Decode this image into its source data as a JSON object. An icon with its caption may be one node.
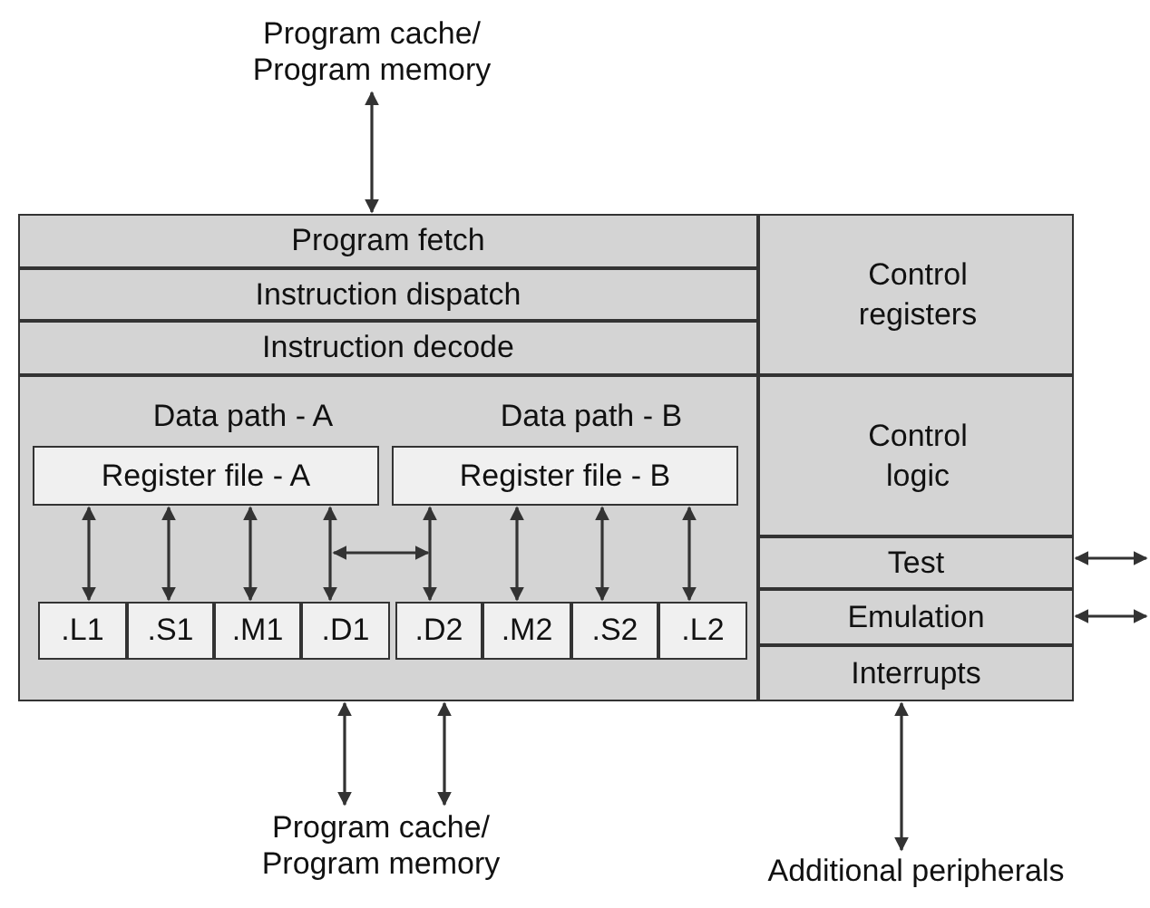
{
  "diagram": {
    "nodes": [
      {
        "text": [
          "Program cache/ Program memory"
        ]
      },
      {
        "text": [],
        "shape": "box"
      },
      {
        "text": [
          "Program fetch"
        ],
        "in": 1
      },
      {
        "text": [
          "Instruction dispatch"
        ],
        "in": 1
      },
      {
        "text": [
          "Instruction decode"
        ],
        "in": 1
      },
      {
        "text": [
          "Control registers"
        ],
        "in": 1
      },
      {
        "text": [
          "Data path - A",
          "Data path - B"
        ],
        "in": 1
      },
      {
        "text": [
          "Register file - A"
        ],
        "in": 6
      },
      {
        "text": [
          "Register file - B"
        ],
        "in": 6
      },
      {
        "text": [
          ".L1"
        ],
        "in": 6
      },
      {
        "text": [
          ".S1"
        ],
        "in": 6
      },
      {
        "text": [
          ".M1"
        ],
        "in": 6
      },
      {
        "text": [
          ".D1"
        ],
        "in": 6
      },
      {
        "text": [
          ".D2"
        ],
        "in": 6
      },
      {
        "text": [
          ".M2"
        ],
        "in": 6
      },
      {
        "text": [
          ".S2"
        ],
        "in": 6
      },
      {
        "text": [
          ".L2"
        ],
        "in": 6
      },
      {
        "text": [
          "Control logic"
        ],
        "in": 1
      },
      {
        "text": [
          "Test"
        ],
        "in": 1
      },
      {
        "text": [
          "Emulation"
        ],
        "in": 1
      },
      {
        "text": [
          "Interrupts"
        ],
        "in": 1
      },
      {
        "text": [
          "Program cache/ Program memory"
        ]
      },
      {
        "text": [
          "Additional peripherals"
        ]
      }
    ],
    "edges": [
      {
        "from": 0,
        "to": 2,
        "arrow": "both"
      },
      {
        "from": 7,
        "to": 9,
        "arrow": "both"
      },
      {
        "from": 7,
        "to": 10,
        "arrow": "both"
      },
      {
        "from": 7,
        "to": 11,
        "arrow": "both"
      },
      {
        "from": 7,
        "to": 12,
        "arrow": "both"
      },
      {
        "from": 8,
        "to": 13,
        "arrow": "both"
      },
      {
        "from": 8,
        "to": 14,
        "arrow": "both"
      },
      {
        "from": 8,
        "to": 15,
        "arrow": "both"
      },
      {
        "from": 8,
        "to": 16,
        "arrow": "both"
      },
      {
        "from": 6,
        "to": 21,
        "arrow": "both"
      },
      {
        "from": 6,
        "to": 21,
        "arrow": "both"
      },
      {
        "from": 18,
        "to": null,
        "arrow": "both"
      },
      {
        "from": 19,
        "to": null,
        "arrow": "both"
      },
      {
        "from": 20,
        "to": 22,
        "arrow": "both"
      }
    ]
  }
}
